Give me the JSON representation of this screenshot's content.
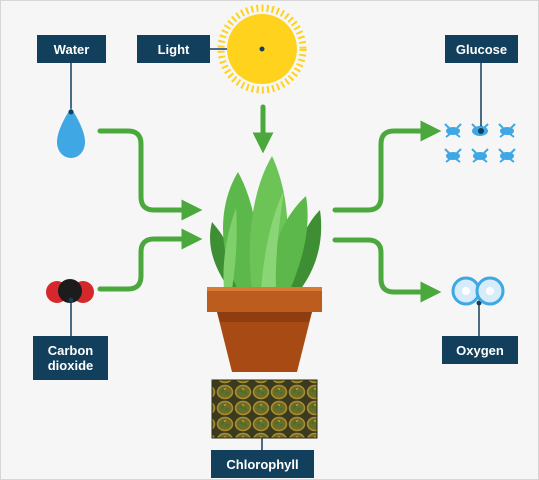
{
  "labels": {
    "water": "Water",
    "light": "Light",
    "glucose": "Glucose",
    "carbon_line1": "Carbon",
    "carbon_line2": "dioxide",
    "oxygen": "Oxygen",
    "chlorophyll": "Chlorophyll"
  },
  "colors": {
    "label_bg": "#123f5c",
    "arrow_green": "#4aa83c",
    "sun_yellow": "#ffd21e",
    "water_blue": "#3ea7e4",
    "pot_brown": "#b0541c",
    "leaf_green": "#5cb84a",
    "co2_red": "#d5282c"
  }
}
